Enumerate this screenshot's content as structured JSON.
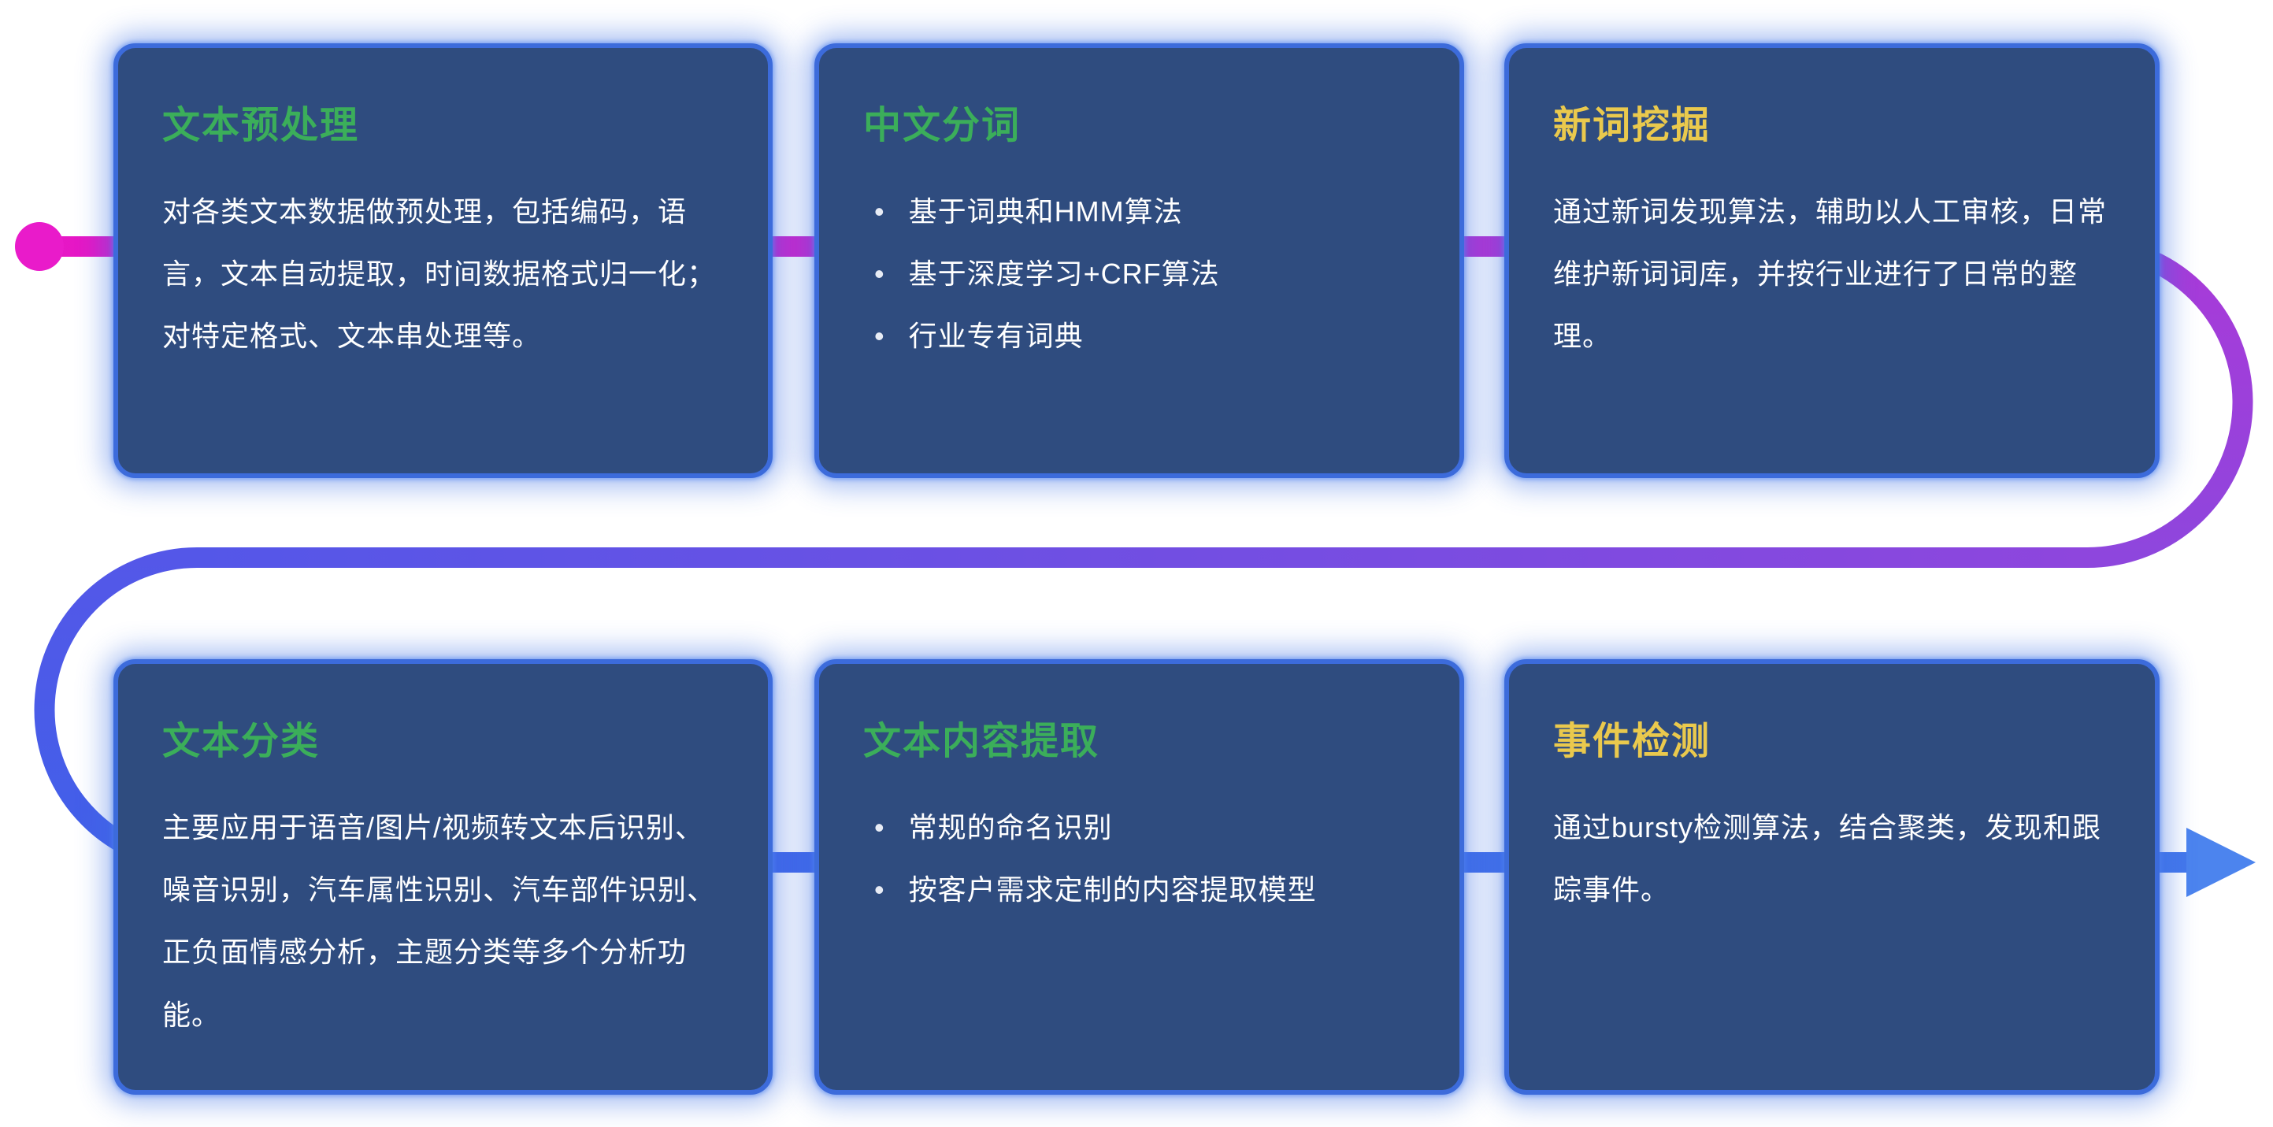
{
  "theme": {
    "card_background": "#2F4C7F",
    "card_border": "#3C6BDB",
    "card_glow": "#3F70E5",
    "body_text_color": "#FFFFFF",
    "title_green": "#3BAE5A",
    "title_yellow": "#EAC94D"
  },
  "flow": {
    "start_node": "dot",
    "end_node": "arrow",
    "start_color": "#E91BCA",
    "magenta": "#E716C5",
    "purple": "#9A40DA",
    "blue": "#4060E9",
    "arrow_color": "#4C84EE"
  },
  "cards": [
    {
      "id": "text-preprocessing",
      "title": "文本预处理",
      "title_color": "#3BAE5A",
      "body": "对各类文本数据做预处理，包括编码，语言，文本自动提取，时间数据格式归一化；对特定格式、文本串处理等。",
      "bullets": []
    },
    {
      "id": "chinese-word-segmentation",
      "title": "中文分词",
      "title_color": "#3BAE5A",
      "body": "",
      "bullets": [
        "基于词典和HMM算法",
        "基于深度学习+CRF算法",
        "行业专有词典"
      ]
    },
    {
      "id": "new-word-mining",
      "title": "新词挖掘",
      "title_color": "#EAC94D",
      "body": "通过新词发现算法，辅助以人工审核，日常维护新词词库，并按行业进行了日常的整理。",
      "bullets": []
    },
    {
      "id": "text-classification",
      "title": "文本分类",
      "title_color": "#3BAE5A",
      "body": "主要应用于语音/图片/视频转文本后识别、噪音识别，汽车属性识别、汽车部件识别、正负面情感分析，主题分类等多个分析功能。",
      "bullets": []
    },
    {
      "id": "text-content-extraction",
      "title": "文本内容提取",
      "title_color": "#3BAE5A",
      "body": "",
      "bullets": [
        "常规的命名识别",
        "按客户需求定制的内容提取模型"
      ]
    },
    {
      "id": "event-detection",
      "title": "事件检测",
      "title_color": "#EAC94D",
      "body": "通过bursty检测算法，结合聚类，发现和跟踪事件。",
      "bullets": []
    }
  ]
}
